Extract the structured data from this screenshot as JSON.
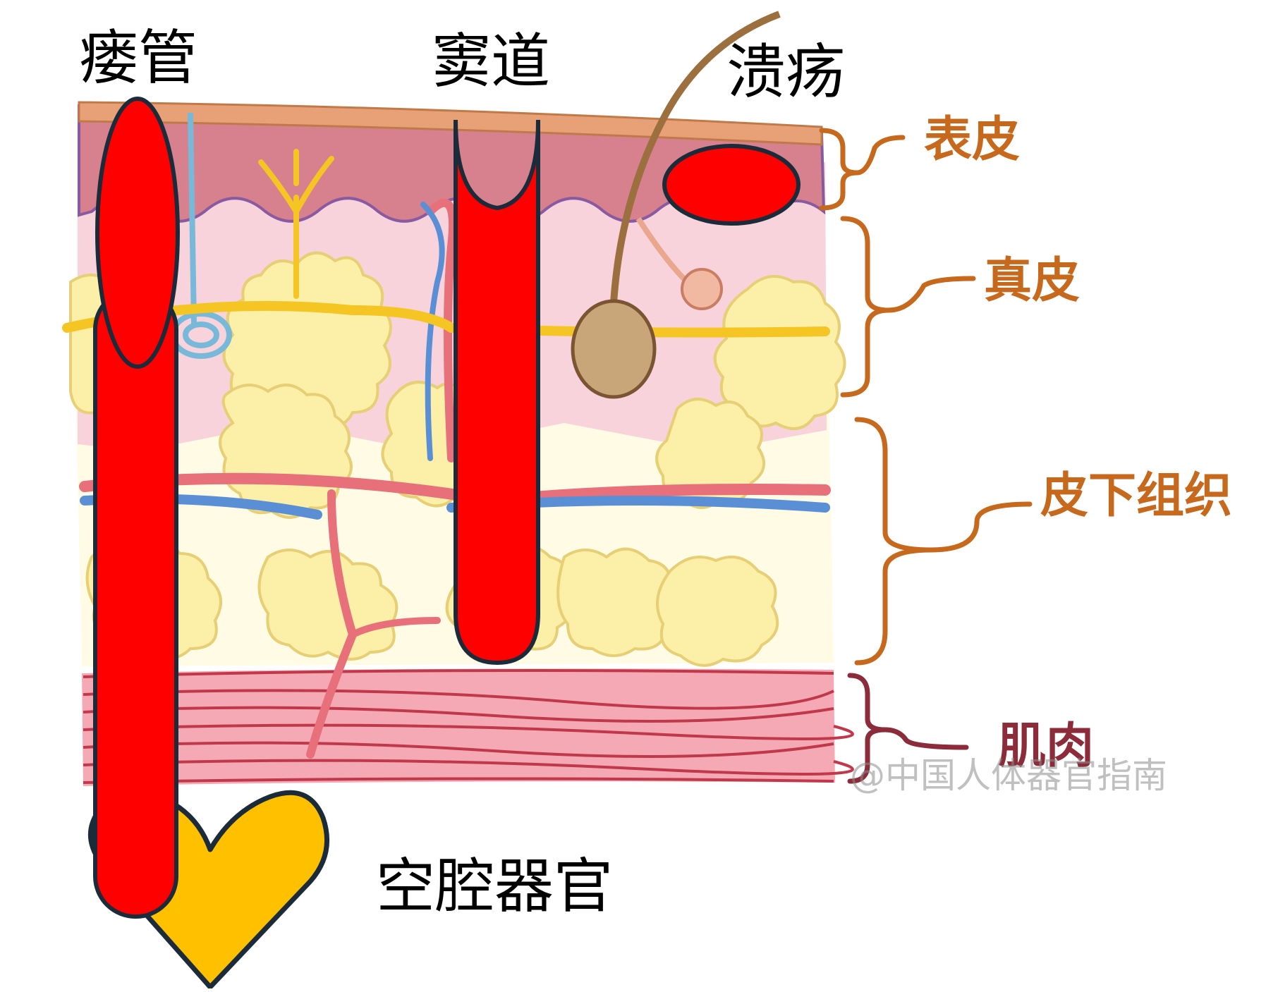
{
  "labels": {
    "fistula": "瘘管",
    "sinus": "窦道",
    "ulcer": "溃疡",
    "hollow_organ": "空腔器官"
  },
  "layers": {
    "epidermis": "表皮",
    "dermis": "真皮",
    "subcutaneous": "皮下组织",
    "muscle": "肌肉"
  },
  "watermark": "@中国人体器官指南",
  "colors": {
    "lesion_red": "#ff0000",
    "lesion_outline": "#1b2b3a",
    "organ_yellow": "#ffc000",
    "bracket_orange": "#c7691d",
    "bracket_muscle": "#8c2c3a",
    "fat_yellow": "#fcefa8",
    "nerve_yellow": "#f5c623",
    "artery": "#e8707a",
    "vein": "#5a8fd6"
  }
}
